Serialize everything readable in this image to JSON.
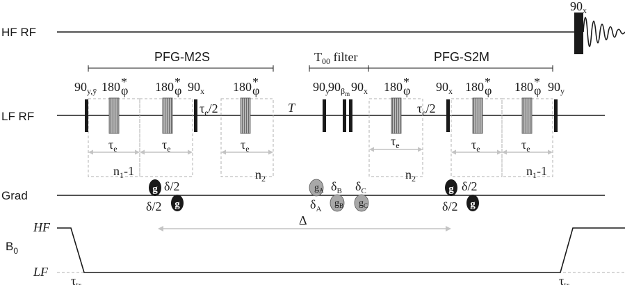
{
  "rows": {
    "hf_rf": "HF RF",
    "lf_rf": "LF RF",
    "grad": "Grad",
    "b0": "B",
    "b0_sub": "0"
  },
  "b0_levels": {
    "hf": "HF",
    "lf": "LF"
  },
  "sections": {
    "m2s": "PFG-M2S",
    "t00_main": "T",
    "t00_sub": "00",
    "t00_rest": " filter",
    "s2m": "PFG-S2M"
  },
  "pulses": {
    "p90": "90",
    "p180": "180",
    "phi": "φ",
    "star": "*",
    "sub_y_ybar": "y,ȳ",
    "sub_x": "x",
    "sub_y": "y",
    "sub_beta": "β",
    "sub_m": "m"
  },
  "timing": {
    "tau": "τ",
    "e": "e",
    "half": "/2",
    "T": "T",
    "Delta": "Δ",
    "tr": "tr"
  },
  "loops": {
    "n1": "n",
    "n1_sub": "1",
    "n1_rest": "-1",
    "n2": "n",
    "n2_sub": "2"
  },
  "grad": {
    "g": "g",
    "delta": "δ",
    "half": "/2",
    "A": "A",
    "B": "B",
    "C": "C"
  }
}
